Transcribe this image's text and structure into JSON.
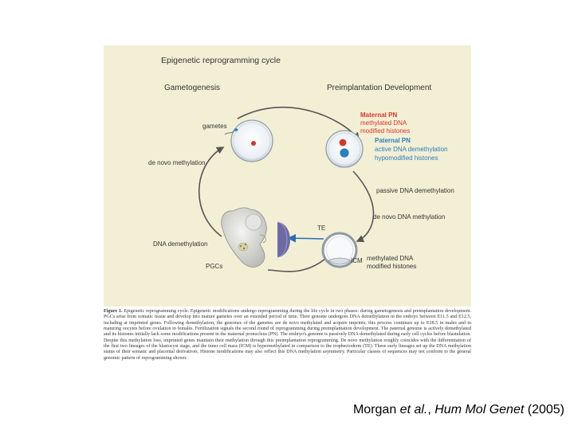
{
  "figure": {
    "title": "Epigenetic reprogramming cycle",
    "left_header": "Gametogenesis",
    "right_header": "Preimplantation Development",
    "labels": {
      "gametes": "gametes",
      "de_novo_left": "de novo methylation",
      "dna_demethylation": "DNA demethylation",
      "pgcs": "PGCs",
      "maternal_pn": "Maternal PN",
      "maternal_line1": "methylated DNA",
      "maternal_line2": "modified histones",
      "paternal_pn": "Paternal PN",
      "paternal_line1": "active DNA demethylation",
      "paternal_line2": "hypomodified histones",
      "passive": "passive DNA demethylation",
      "de_novo_right": "de novo DNA methylation",
      "te": "TE",
      "icm": "ICM",
      "icm_line1": "methylated DNA",
      "icm_line2": "modified histones"
    },
    "colors": {
      "panel_bg": "#f3efd5",
      "maternal": "#d7352b",
      "paternal": "#2a7fbf",
      "arrow_blue": "#2a6db5",
      "cycle_line": "#555555",
      "te_purple": "#6d6aa6"
    }
  },
  "caption": {
    "label": "Figure 1.",
    "text": "Epigenetic reprogramming cycle. Epigenetic modifications undergo reprogramming during the life cycle in two phases: during gametogenesis and preimplantation development. PGCs arise from somatic tissue and develop into mature gametes over an extended period of time. Their genome undergoes DNA demethylation in the embryo between E11.5 and E12.5, including at imprinted genes. Following demethylation, the genomes of the gametes are de novo methylated and acquire imprints; this process continues up to E18.5 in males and in maturing oocytes before ovulation in females. Fertilization signals the second round of reprogramming during preimplantation development. The paternal genome is actively demethylated and its histones initially lack some modifications present in the maternal pronucleus (PN). The embryo's genome is passively DNA demethylated during early cell cycles before blastulation. Despite this methylation loss, imprinted genes maintain their methylation through this preimplantation reprogramming. De novo methylation roughly coincides with the differentiation of the first two lineages of the blastocyst stage, and the inner cell mass (ICM) is hypermethylated in comparison to the trophectoderm (TE). These early lineages set up the DNA methylation status of their somatic and placental derivatives. Histone modifications may also reflect this DNA methylation asymmetry. Particular classes of sequences may not conform to the general genomic pattern of reprogramming shown."
  },
  "citation": {
    "pre": "Morgan ",
    "etal": "et al.",
    "mid": ", ",
    "journal": "Hum Mol Genet",
    "year": " (2005)"
  }
}
